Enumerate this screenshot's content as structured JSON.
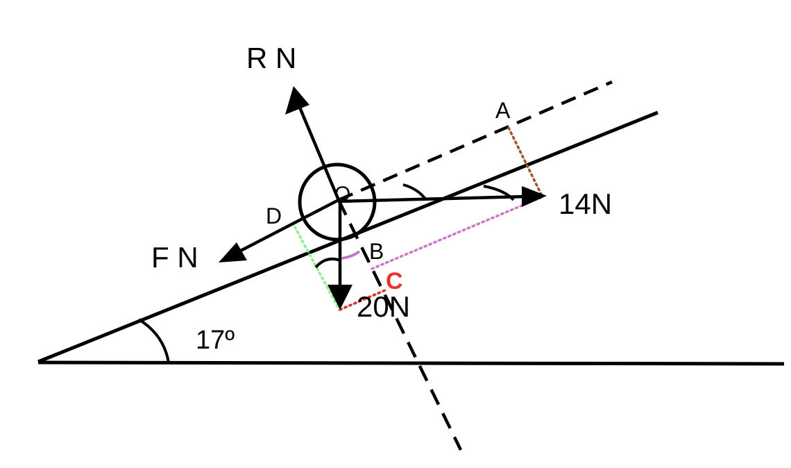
{
  "diagram": {
    "labels": {
      "reaction": "R N",
      "friction": "F N",
      "applied_force": "14N",
      "weight": "20N",
      "incline_angle": "17º",
      "origin": "O",
      "point_a": "A",
      "point_b": "B",
      "point_c": "C",
      "point_d": "D"
    },
    "colors": {
      "ink": "#000000",
      "background": "#ffffff",
      "label_c": "#e8352b",
      "line_a": "#a0522d",
      "line_d": "#90ee90",
      "line_b": "#cc77cc",
      "line_c": "#d9342b",
      "arc_b": "#c078c8"
    }
  }
}
